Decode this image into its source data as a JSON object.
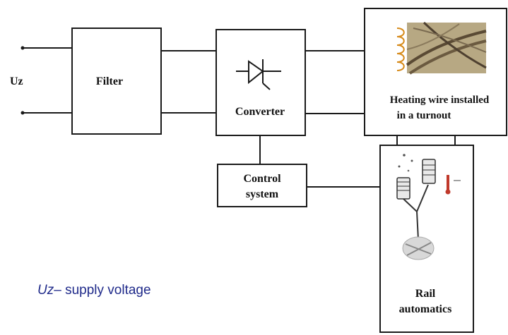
{
  "input_label": "Uz",
  "blocks": {
    "filter": "Filter",
    "converter": "Converter",
    "control_line1": "Control",
    "control_line2": "system",
    "heating_line1": "Heating wire installed",
    "heating_line2": "in a turnout",
    "rail_line1": "Rail",
    "rail_line2": "automatics"
  },
  "legend": {
    "symbol": "Uz",
    "text": "– supply voltage"
  },
  "colors": {
    "lines": "#1a1a1a",
    "legend_text": "#1f2a8a",
    "coil": "#d68a1a",
    "photo_bg": "#b7a883"
  },
  "icons": [
    "diode-icon",
    "heating-coil-icon",
    "turnout-photo",
    "sensor-illustration",
    "thermometer-icon"
  ]
}
